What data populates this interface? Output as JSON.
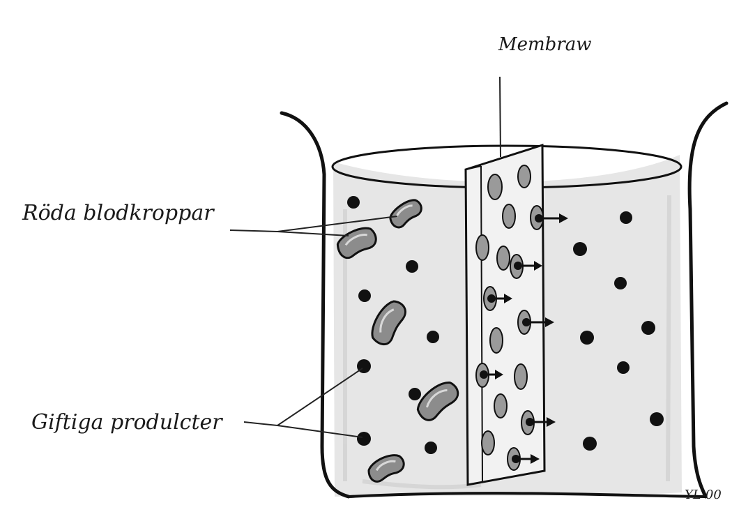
{
  "labels": {
    "membrane": "Membraw",
    "red_blood_cells": "Röda blodkroppar",
    "toxic_products": "Giftiga produlcter",
    "signature": "YL-00"
  },
  "colors": {
    "ink": "#111111",
    "water_shade": "#e4e4e4",
    "cell_fill": "#8c8c8c",
    "cell_light": "#cfcfcf"
  }
}
